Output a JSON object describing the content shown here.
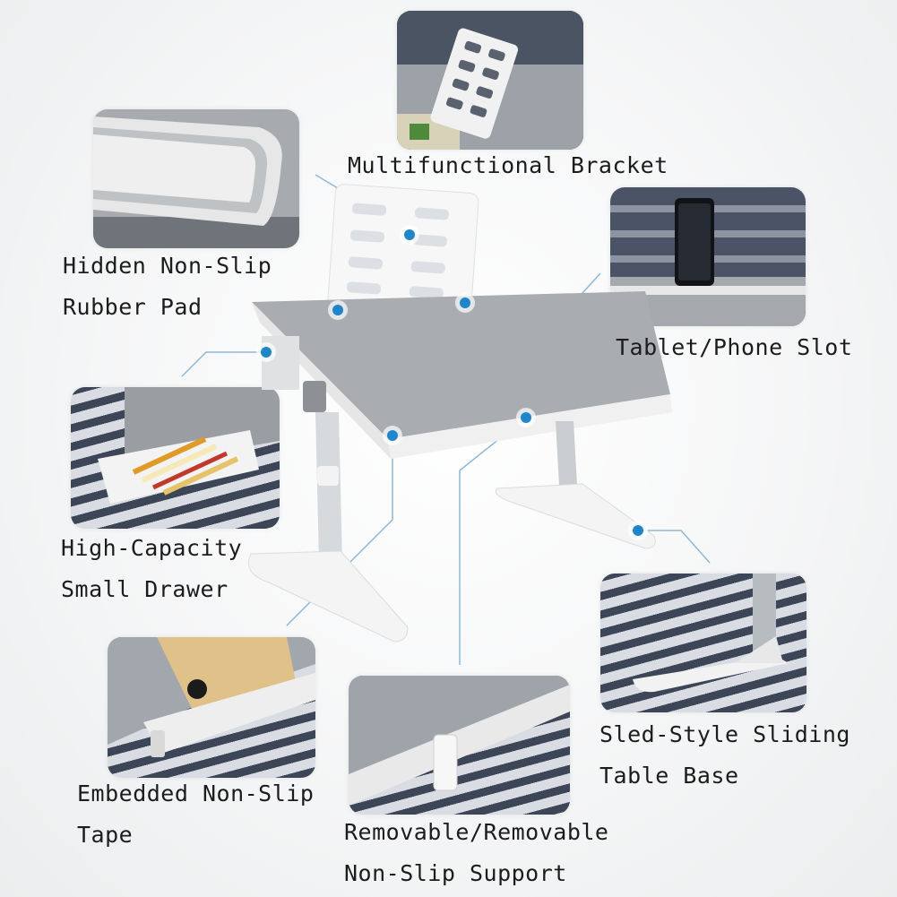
{
  "features": [
    {
      "id": "bracket",
      "lines": [
        "Multifunctional Bracket"
      ]
    },
    {
      "id": "rubber",
      "lines": [
        "Hidden Non-Slip",
        "Rubber Pad"
      ]
    },
    {
      "id": "slot",
      "lines": [
        "Tablet/Phone Slot"
      ]
    },
    {
      "id": "drawer",
      "lines": [
        "High-Capacity",
        "Small Drawer"
      ]
    },
    {
      "id": "base",
      "lines": [
        "Sled-Style Sliding",
        "Table Base"
      ]
    },
    {
      "id": "tape",
      "lines": [
        "Embedded Non-Slip",
        "Tape"
      ]
    },
    {
      "id": "support",
      "lines": [
        "Removable/Removable",
        "Non-Slip Support"
      ]
    }
  ],
  "colors": {
    "callout_dot": "#1f86c9",
    "leader_line": "#8fb7d6",
    "desk_top": "#a9acb0",
    "frame": "#f2f2f2"
  }
}
